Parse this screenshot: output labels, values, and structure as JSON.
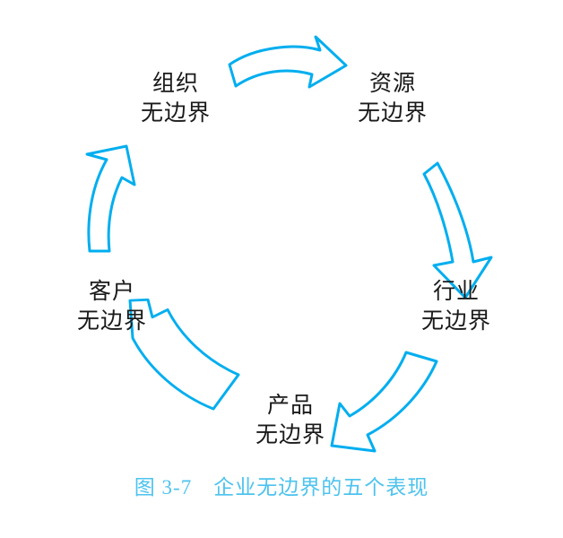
{
  "figure": {
    "caption": "图 3-7　企业无边界的五个表现",
    "caption_color": "#4DC3EE",
    "arrow_color": "#00AEEF",
    "label_color": "#1a1a1a",
    "background_color": "#ffffff",
    "diagram_type": "cycle",
    "nodes": [
      {
        "id": "organization",
        "line1": "组织",
        "line2": "无边界",
        "position": "top-left"
      },
      {
        "id": "resource",
        "line1": "资源",
        "line2": "无边界",
        "position": "top-right"
      },
      {
        "id": "industry",
        "line1": "行业",
        "line2": "无边界",
        "position": "right"
      },
      {
        "id": "product",
        "line1": "产品",
        "line2": "无边界",
        "position": "bottom"
      },
      {
        "id": "customer",
        "line1": "客户",
        "line2": "无边界",
        "position": "left"
      }
    ],
    "arrows": [
      {
        "id": "arrow-top",
        "from": "organization",
        "to": "resource",
        "direction": "right"
      },
      {
        "id": "arrow-right",
        "from": "resource",
        "to": "industry",
        "direction": "down"
      },
      {
        "id": "arrow-bottom-right",
        "from": "industry",
        "to": "product",
        "direction": "down-left"
      },
      {
        "id": "arrow-bottom-left",
        "from": "product",
        "to": "customer",
        "direction": "up-left"
      },
      {
        "id": "arrow-left",
        "from": "customer",
        "to": "organization",
        "direction": "up"
      }
    ]
  }
}
